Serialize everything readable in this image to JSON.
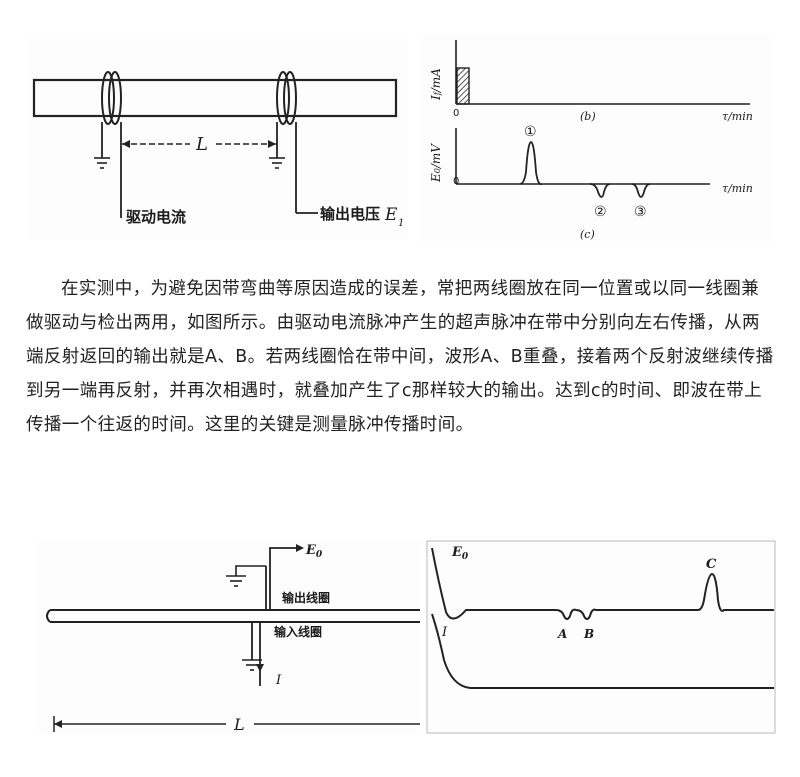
{
  "figure_top_left": {
    "label_L": "L",
    "label_drive": "驱动电流",
    "label_output": "输出电压",
    "label_E": "E",
    "label_E_sub": "1"
  },
  "figure_top_right": {
    "panel_b": {
      "y_label": "I",
      "y_label_sub": "f",
      "y_unit": "/mA",
      "x_label": "τ/min",
      "origin": "0",
      "caption": "(b)"
    },
    "panel_c": {
      "y_label": "E",
      "y_label_sub": "0",
      "y_unit": "/mV",
      "x_label": "τ/min",
      "origin": "0",
      "caption": "(c)",
      "peak_labels": [
        "①",
        "②",
        "③"
      ]
    }
  },
  "paragraph": "在实测中，为避免因带弯曲等原因造成的误差，常把两线圈放在同一位置或以同一线圈兼做驱动与检出两用，如图所示。由驱动电流脉冲产生的超声脉冲在带中分别向左右传播，从两端反射返回的输出就是A、B。若两线圈恰在带中间，波形A、B重叠，接着两个反射波继续传播到另一端再反射，并再次相遇时，就叠加产生了c那样较大的输出。达到c的时间、即波在带上传播一个往返的时间。这里的关键是测量脉冲传播时间。",
  "figure_bottom_left": {
    "label_E": "E",
    "label_E_sub": "0",
    "label_output_coil": "输出线圈",
    "label_input_coil": "输入线圈",
    "label_I": "I",
    "label_L": "L"
  },
  "figure_bottom_right": {
    "label_E": "E",
    "label_E_sub": "0",
    "label_I": "I",
    "label_A": "A",
    "label_B": "B",
    "label_C": "C"
  }
}
